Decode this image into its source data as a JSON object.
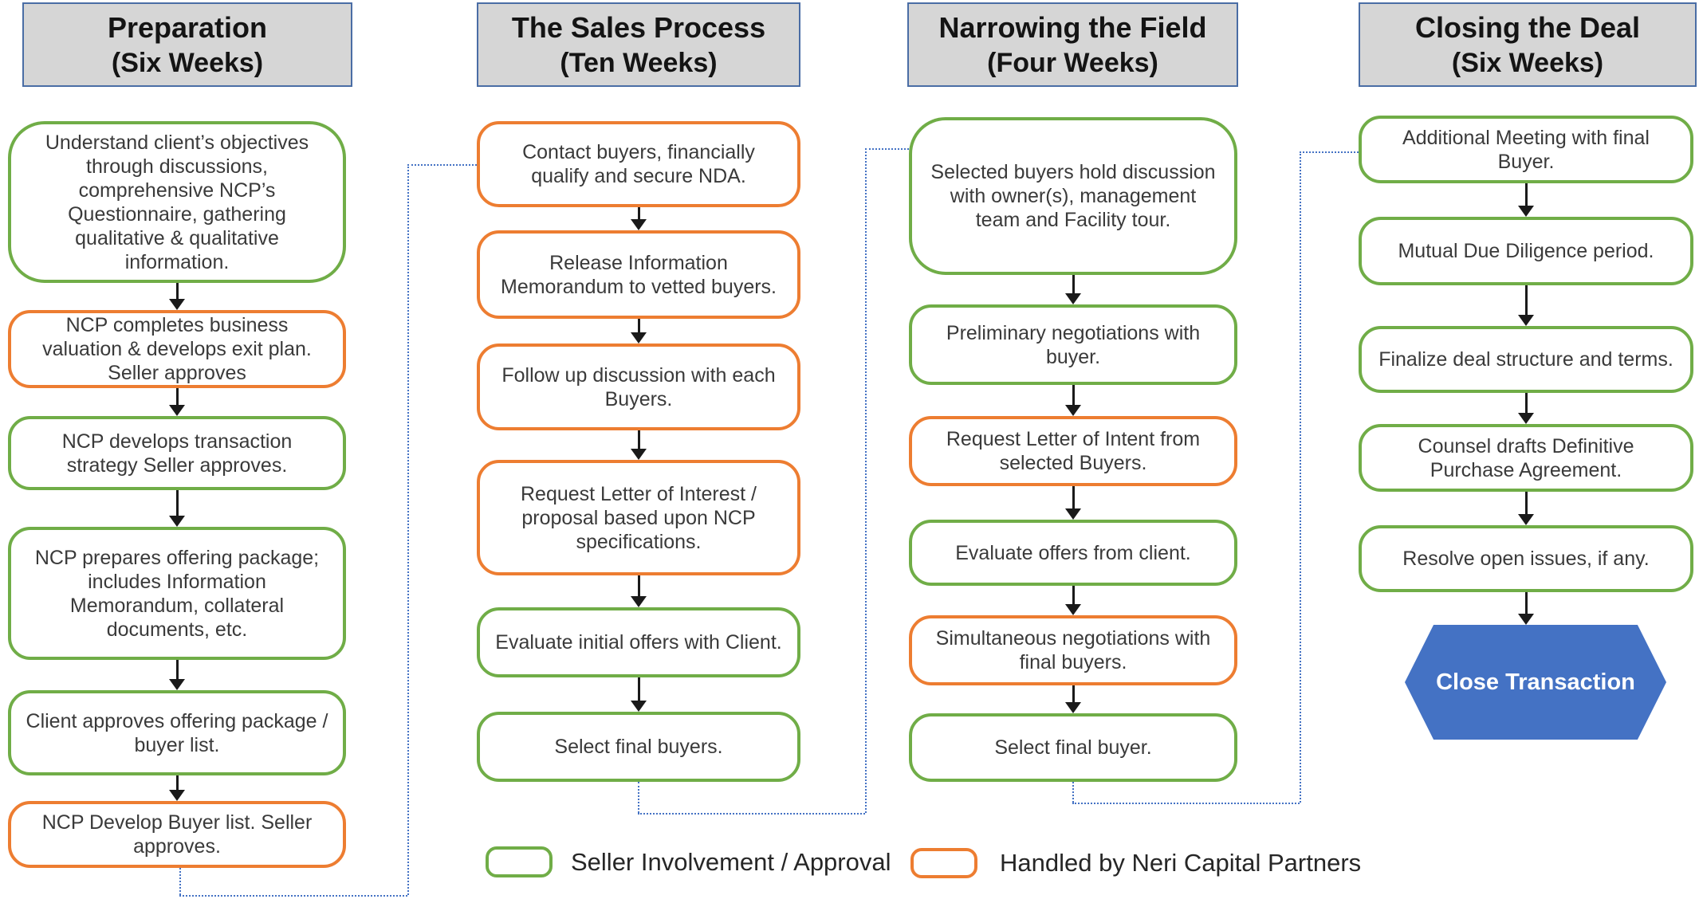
{
  "diagram": {
    "columns": [
      {
        "title": "Preparation",
        "duration": "(Six Weeks)",
        "steps": [
          {
            "text": "Understand client’s objectives through discussions, comprehensive NCP’s Questionnaire, gathering qualitative & qualitative information.",
            "owner": "seller"
          },
          {
            "text": "NCP completes business valuation & develops exit plan. Seller approves",
            "owner": "ncp"
          },
          {
            "text": "NCP develops transaction strategy Seller approves.",
            "owner": "seller"
          },
          {
            "text": "NCP prepares offering package; includes Information Memorandum, collateral documents, etc.",
            "owner": "seller"
          },
          {
            "text": "Client approves offering package / buyer list.",
            "owner": "seller"
          },
          {
            "text": "NCP Develop Buyer list. Seller approves.",
            "owner": "ncp"
          }
        ]
      },
      {
        "title": "The Sales Process",
        "duration": "(Ten Weeks)",
        "steps": [
          {
            "text": "Contact buyers, financially qualify and secure NDA.",
            "owner": "ncp"
          },
          {
            "text": "Release Information Memorandum to vetted buyers.",
            "owner": "ncp"
          },
          {
            "text": "Follow up discussion with each Buyers.",
            "owner": "ncp"
          },
          {
            "text": "Request Letter of Interest / proposal based upon NCP specifications.",
            "owner": "ncp"
          },
          {
            "text": "Evaluate initial offers with Client.",
            "owner": "seller"
          },
          {
            "text": "Select final buyers.",
            "owner": "seller"
          }
        ]
      },
      {
        "title": "Narrowing the Field",
        "duration": "(Four Weeks)",
        "steps": [
          {
            "text": "Selected buyers hold discussion with owner(s), management team and Facility tour.",
            "owner": "seller"
          },
          {
            "text": "Preliminary negotiations with buyer.",
            "owner": "seller"
          },
          {
            "text": "Request Letter of Intent from selected Buyers.",
            "owner": "ncp"
          },
          {
            "text": "Evaluate offers from client.",
            "owner": "seller"
          },
          {
            "text": "Simultaneous negotiations with final buyers.",
            "owner": "ncp"
          },
          {
            "text": "Select final buyer.",
            "owner": "seller"
          }
        ]
      },
      {
        "title": "Closing the Deal",
        "duration": "(Six Weeks)",
        "steps": [
          {
            "text": "Additional Meeting with final Buyer.",
            "owner": "seller"
          },
          {
            "text": "Mutual Due Diligence period.",
            "owner": "seller"
          },
          {
            "text": "Finalize deal structure and terms.",
            "owner": "seller"
          },
          {
            "text": "Counsel drafts Definitive Purchase Agreement.",
            "owner": "seller"
          },
          {
            "text": "Resolve open issues, if any.",
            "owner": "seller"
          }
        ]
      }
    ],
    "terminal": {
      "label": "Close Transaction",
      "fill": "#4472C4",
      "text_color": "#FFFFFF"
    },
    "legend": [
      {
        "label": "Seller Involvement / Approval",
        "color": "#70AD47"
      },
      {
        "label": "Handled by Neri Capital Partners",
        "color": "#ED7D31"
      }
    ],
    "colors": {
      "seller_green": "#70AD47",
      "ncp_orange": "#ED7D31",
      "connector_blue": "#4472C4",
      "header_fill": "#D6D6D6",
      "header_border": "#4A6DA5",
      "arrow_black": "#1A1A1A"
    }
  }
}
